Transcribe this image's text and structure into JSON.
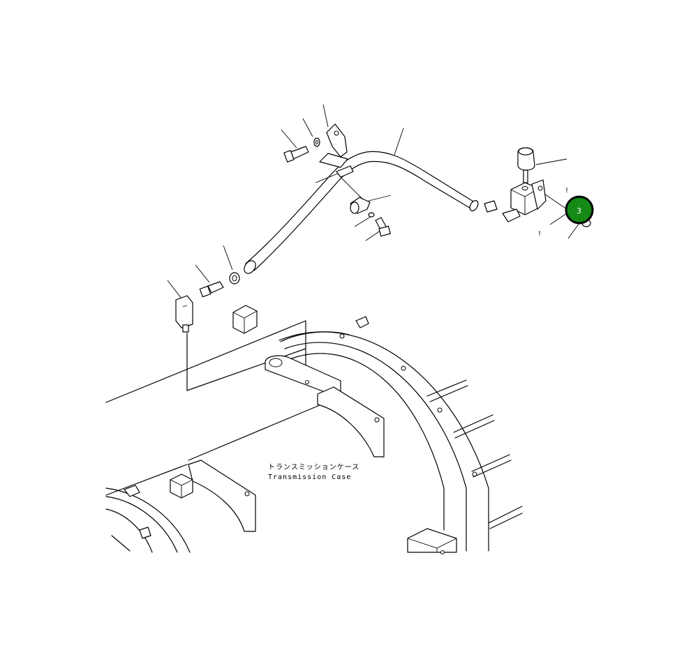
{
  "callout": {
    "number": "3",
    "fill": "#158a15",
    "stroke": "#000000"
  },
  "labels": {
    "jp": "トランスミッションケース",
    "en": "Transmission Case"
  },
  "marks": [
    "!",
    "!"
  ]
}
